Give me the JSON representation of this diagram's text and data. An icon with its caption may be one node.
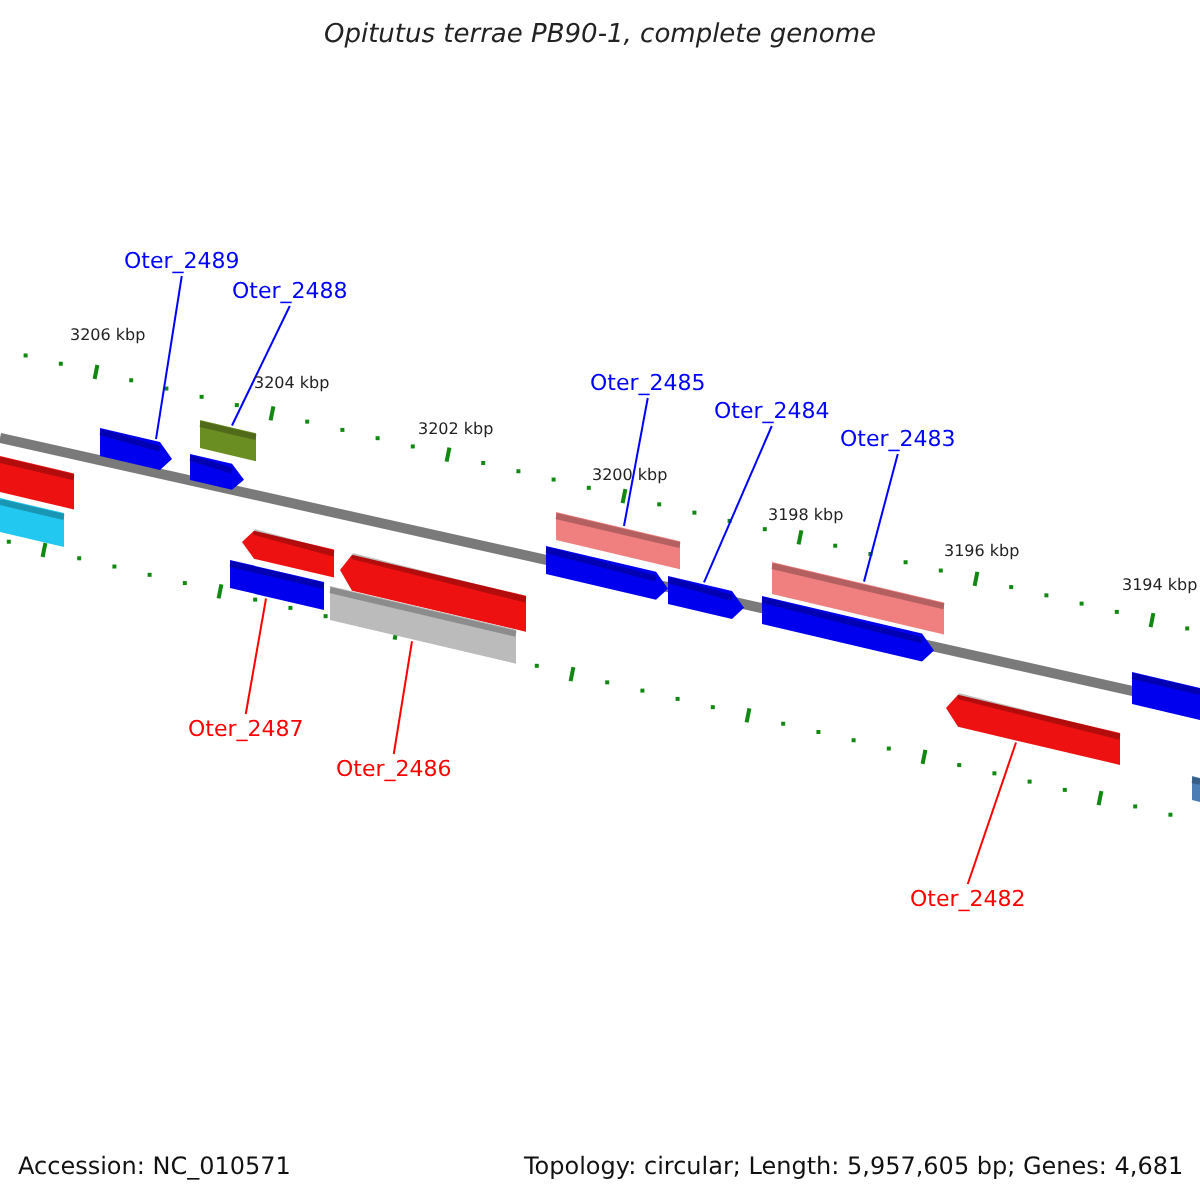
{
  "diagram": {
    "title": "Opitutus terrae PB90-1, complete genome",
    "nodes": [
      {
        "text": [
          "Oter_2489"
        ]
      },
      {
        "text": [
          "Oter_2488"
        ]
      },
      {
        "text": [
          "Oter_2485"
        ]
      },
      {
        "text": [
          "Oter_2484"
        ]
      },
      {
        "text": [
          "Oter_2483"
        ]
      },
      {
        "text": [
          "Oter_2487"
        ]
      },
      {
        "text": [
          "Oter_2486"
        ]
      },
      {
        "text": [
          "Oter_2482"
        ]
      },
      {
        "text": [],
        "shape": "bar"
      },
      {
        "text": [],
        "shape": "bar"
      },
      {
        "text": [],
        "shape": "bar"
      },
      {
        "text": [],
        "shape": "bar"
      },
      {
        "text": [],
        "shape": "bar"
      },
      {
        "text": [],
        "shape": "bar"
      },
      {
        "text": [],
        "shape": "bar"
      },
      {
        "text": [],
        "shape": "bar"
      },
      {
        "text": [],
        "shape": "bar"
      },
      {
        "text": [],
        "shape": "bar"
      },
      {
        "text": [],
        "shape": "bar"
      },
      {
        "text": [],
        "shape": "bar"
      },
      {
        "text": [],
        "shape": "bar"
      },
      {
        "text": [],
        "shape": "bar"
      },
      {
        "text": [],
        "shape": "bar"
      },
      {
        "text": [],
        "shape": "bar"
      },
      {
        "text": [],
        "shape": "bar"
      }
    ],
    "edges": [
      {
        "from": 0,
        "to": 10,
        "arrow": "none"
      },
      {
        "from": 1,
        "to": 11,
        "arrow": "none"
      },
      {
        "from": 2,
        "to": 17,
        "arrow": "none"
      },
      {
        "from": 3,
        "to": 19,
        "arrow": "none"
      },
      {
        "from": 4,
        "to": 20,
        "arrow": "none"
      },
      {
        "from": 5,
        "to": 14,
        "arrow": "none",
        "color": "#ff0000"
      },
      {
        "from": 6,
        "to": 16,
        "arrow": "none",
        "color": "#ff0000"
      },
      {
        "from": 7,
        "to": 22,
        "arrow": "none",
        "color": "#ff0000"
      }
    ],
    "labels": [
      "3206 kbp",
      "3204 kbp",
      "3202 kbp",
      "3200 kbp",
      "3198 kbp",
      "3196 kbp",
      "3194 kbp",
      "Accession: NC_010571",
      "Topology: circular; Length: 5,957,605 bp; Genes: 4,681"
    ]
  }
}
